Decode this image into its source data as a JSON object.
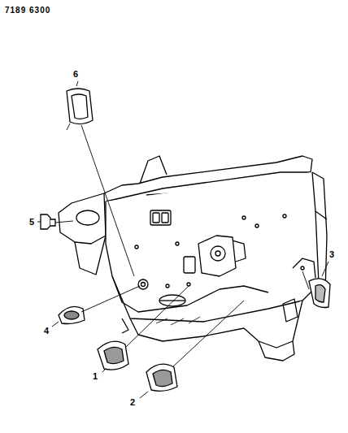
{
  "diagram": {
    "labels": [
      "7189 6300",
      "6",
      "5",
      "3",
      "4",
      "1",
      "2"
    ]
  }
}
